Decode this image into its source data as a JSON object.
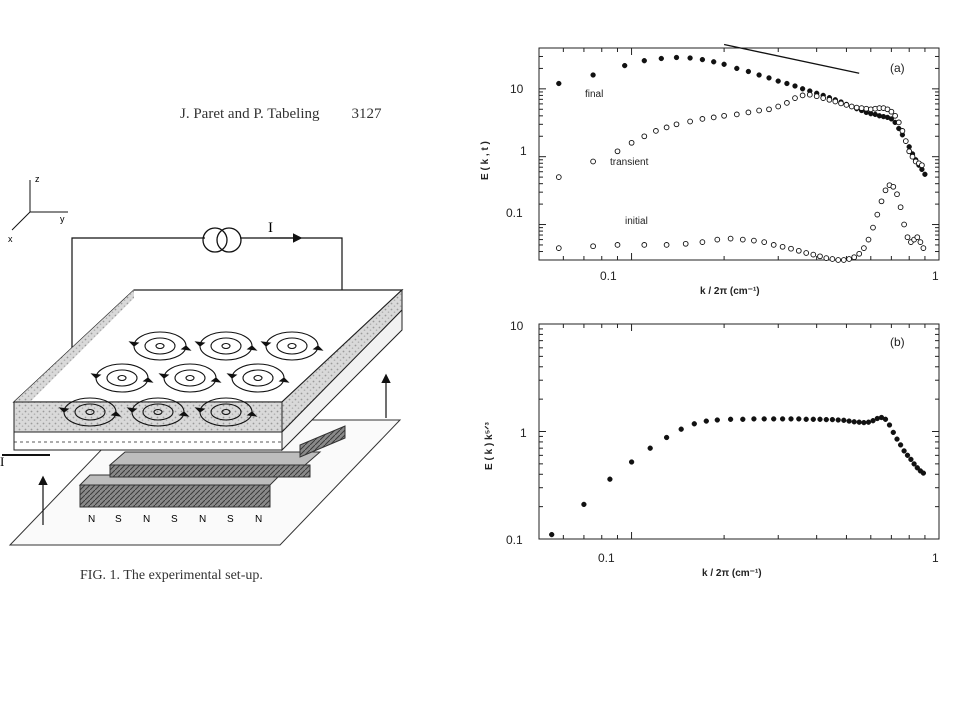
{
  "page": {
    "header_authors": "J. Paret and P. Tabeling",
    "header_page": "3127",
    "caption": "FIG. 1. The experimental set-up."
  },
  "setup": {
    "axis_z": "z",
    "axis_y": "y",
    "axis_x": "x",
    "current_label": "I",
    "current_label_left": "I",
    "magnet_labels": [
      "N",
      "S",
      "N",
      "S",
      "N",
      "S",
      "N"
    ]
  },
  "chart_data": [
    {
      "type": "scatter",
      "panel": "(a)",
      "xscale": "log",
      "yscale": "log",
      "xlim": [
        0.05,
        1
      ],
      "ylim": [
        0.03,
        40
      ],
      "xlabel": "k / 2π (cm⁻¹)",
      "ylabel": "E ( k , t )",
      "xticks": [
        "0.1",
        "1"
      ],
      "yticks": [
        "10",
        "1",
        "0.1"
      ],
      "series": [
        {
          "name": "final",
          "marker": "filled",
          "x": [
            0.058,
            0.075,
            0.095,
            0.11,
            0.125,
            0.14,
            0.155,
            0.17,
            0.185,
            0.2,
            0.22,
            0.24,
            0.26,
            0.28,
            0.3,
            0.32,
            0.34,
            0.36,
            0.38,
            0.4,
            0.42,
            0.44,
            0.46,
            0.48,
            0.5,
            0.52,
            0.54,
            0.56,
            0.58,
            0.6,
            0.62,
            0.64,
            0.66,
            0.68,
            0.7,
            0.72,
            0.74,
            0.76,
            0.78,
            0.8,
            0.82,
            0.84,
            0.86,
            0.88,
            0.9
          ],
          "y": [
            12,
            16,
            22,
            26,
            28,
            29,
            28.5,
            27,
            25,
            23,
            20,
            18,
            16,
            14.5,
            13,
            12,
            11,
            10,
            9.3,
            8.6,
            8,
            7.4,
            6.9,
            6.4,
            5.9,
            5.5,
            5.1,
            4.8,
            4.5,
            4.3,
            4.2,
            4.0,
            3.9,
            3.8,
            3.6,
            3.2,
            2.6,
            2.1,
            1.7,
            1.4,
            1.1,
            0.9,
            0.75,
            0.65,
            0.55
          ]
        },
        {
          "name": "transient",
          "marker": "open",
          "x": [
            0.058,
            0.075,
            0.09,
            0.1,
            0.11,
            0.12,
            0.13,
            0.14,
            0.155,
            0.17,
            0.185,
            0.2,
            0.22,
            0.24,
            0.26,
            0.28,
            0.3,
            0.32,
            0.34,
            0.36,
            0.38,
            0.4,
            0.42,
            0.44,
            0.46,
            0.48,
            0.5,
            0.52,
            0.54,
            0.56,
            0.58,
            0.6,
            0.62,
            0.64,
            0.66,
            0.68,
            0.7,
            0.72,
            0.74,
            0.76,
            0.78,
            0.8,
            0.82,
            0.84,
            0.86,
            0.88
          ],
          "y": [
            0.5,
            0.85,
            1.2,
            1.6,
            2.0,
            2.4,
            2.7,
            3.0,
            3.3,
            3.6,
            3.8,
            4.0,
            4.2,
            4.5,
            4.8,
            5.0,
            5.5,
            6.2,
            7.3,
            8.0,
            8.2,
            7.8,
            7.3,
            6.9,
            6.5,
            6.1,
            5.8,
            5.5,
            5.3,
            5.2,
            5.1,
            5.0,
            5.1,
            5.2,
            5.2,
            5.0,
            4.6,
            4.0,
            3.2,
            2.4,
            1.7,
            1.2,
            1.0,
            0.85,
            0.8,
            0.75
          ]
        },
        {
          "name": "initial",
          "marker": "open",
          "x": [
            0.058,
            0.075,
            0.09,
            0.11,
            0.13,
            0.15,
            0.17,
            0.19,
            0.21,
            0.23,
            0.25,
            0.27,
            0.29,
            0.31,
            0.33,
            0.35,
            0.37,
            0.39,
            0.41,
            0.43,
            0.45,
            0.47,
            0.49,
            0.51,
            0.53,
            0.55,
            0.57,
            0.59,
            0.61,
            0.63,
            0.65,
            0.67,
            0.69,
            0.71,
            0.73,
            0.75,
            0.77,
            0.79,
            0.81,
            0.83,
            0.85,
            0.87,
            0.89
          ],
          "y": [
            0.045,
            0.048,
            0.05,
            0.05,
            0.05,
            0.052,
            0.055,
            0.06,
            0.062,
            0.06,
            0.058,
            0.055,
            0.05,
            0.047,
            0.044,
            0.041,
            0.038,
            0.036,
            0.034,
            0.032,
            0.031,
            0.03,
            0.03,
            0.031,
            0.033,
            0.037,
            0.045,
            0.06,
            0.09,
            0.14,
            0.22,
            0.32,
            0.38,
            0.36,
            0.28,
            0.18,
            0.1,
            0.065,
            0.055,
            0.06,
            0.065,
            0.055,
            0.045
          ]
        }
      ],
      "reference_line": {
        "x": [
          0.2,
          0.55
        ],
        "y": [
          45,
          17
        ]
      }
    },
    {
      "type": "scatter",
      "panel": "(b)",
      "xscale": "log",
      "yscale": "log",
      "xlim": [
        0.05,
        1
      ],
      "ylim": [
        0.1,
        10
      ],
      "xlabel": "k / 2π (cm⁻¹)",
      "ylabel": "E ( k ) k⁵ᐟ³",
      "xticks": [
        "0.1",
        "1"
      ],
      "yticks": [
        "10",
        "1",
        "0.1"
      ],
      "series": [
        {
          "name": "",
          "marker": "filled",
          "x": [
            0.055,
            0.07,
            0.085,
            0.1,
            0.115,
            0.13,
            0.145,
            0.16,
            0.175,
            0.19,
            0.21,
            0.23,
            0.25,
            0.27,
            0.29,
            0.31,
            0.33,
            0.35,
            0.37,
            0.39,
            0.41,
            0.43,
            0.45,
            0.47,
            0.49,
            0.51,
            0.53,
            0.55,
            0.57,
            0.59,
            0.61,
            0.63,
            0.65,
            0.67,
            0.69,
            0.71,
            0.73,
            0.75,
            0.77,
            0.79,
            0.81,
            0.83,
            0.85,
            0.87,
            0.89
          ],
          "y": [
            0.11,
            0.21,
            0.36,
            0.52,
            0.7,
            0.88,
            1.05,
            1.18,
            1.25,
            1.28,
            1.3,
            1.3,
            1.31,
            1.31,
            1.31,
            1.31,
            1.31,
            1.31,
            1.3,
            1.3,
            1.3,
            1.29,
            1.29,
            1.28,
            1.27,
            1.25,
            1.23,
            1.22,
            1.21,
            1.22,
            1.26,
            1.32,
            1.35,
            1.3,
            1.15,
            0.98,
            0.85,
            0.75,
            0.66,
            0.6,
            0.55,
            0.5,
            0.46,
            0.43,
            0.41
          ]
        }
      ]
    }
  ]
}
